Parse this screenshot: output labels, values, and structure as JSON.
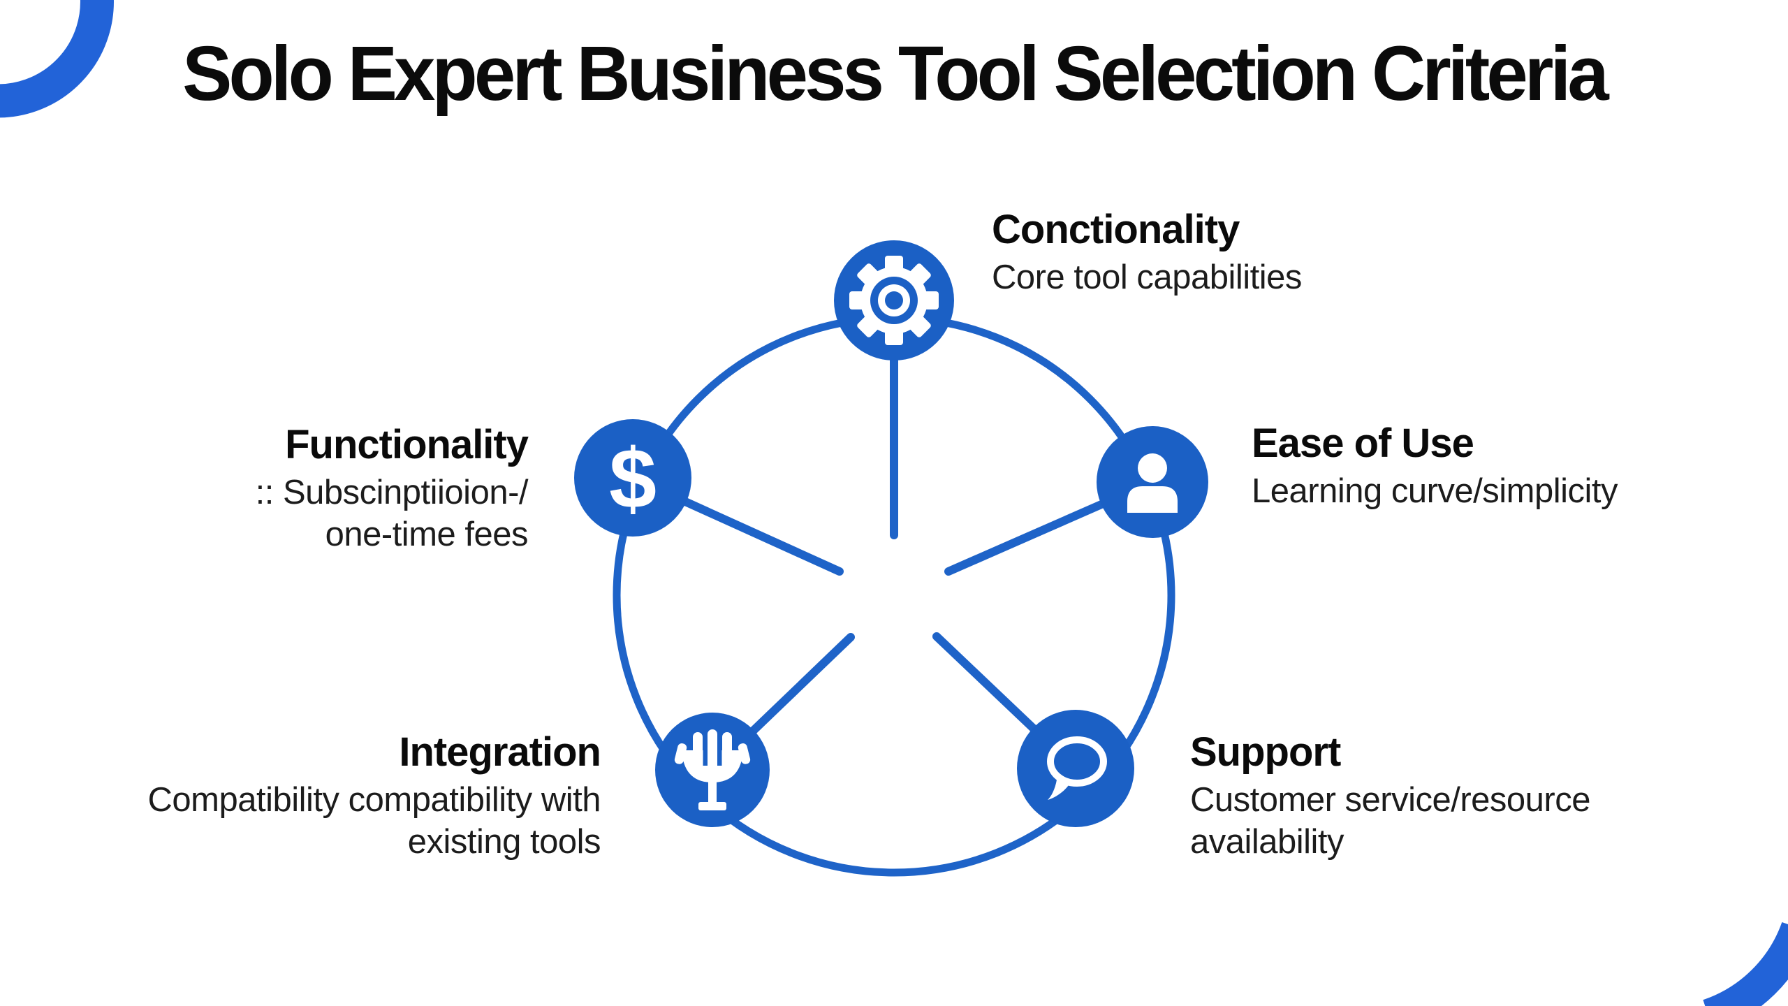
{
  "title": "Solo Expert Business Tool Selection Criteria",
  "colors": {
    "node_blue": "#1b60c5",
    "line_blue": "#1e63c8",
    "corner_blue": "#2263d8",
    "title_color": "#0b0b0b",
    "body_color": "#1c1c1c",
    "icon_white": "#ffffff"
  },
  "dollar_glyph": "$",
  "criteria": [
    {
      "position": "top",
      "icon": "gear-icon",
      "label": "Conctionality",
      "lines": [
        "Core tool capabilities"
      ]
    },
    {
      "position": "upper-right",
      "icon": "user-icon",
      "label": "Ease of Use",
      "lines": [
        "Learning curve/simplicity"
      ]
    },
    {
      "position": "upper-left",
      "icon": "dollar-icon",
      "label": "Functionality",
      "lines": [
        ":: Subscinptiioion-/",
        "one-time fees"
      ]
    },
    {
      "position": "lower-left",
      "icon": "microphone-icon",
      "label": "Integration",
      "lines": [
        "Compatibility compatibility with",
        "existing tools"
      ]
    },
    {
      "position": "lower-right",
      "icon": "chat-bubble-icon",
      "label": "Support",
      "lines": [
        "Customer service/resource",
        "availability"
      ]
    }
  ]
}
